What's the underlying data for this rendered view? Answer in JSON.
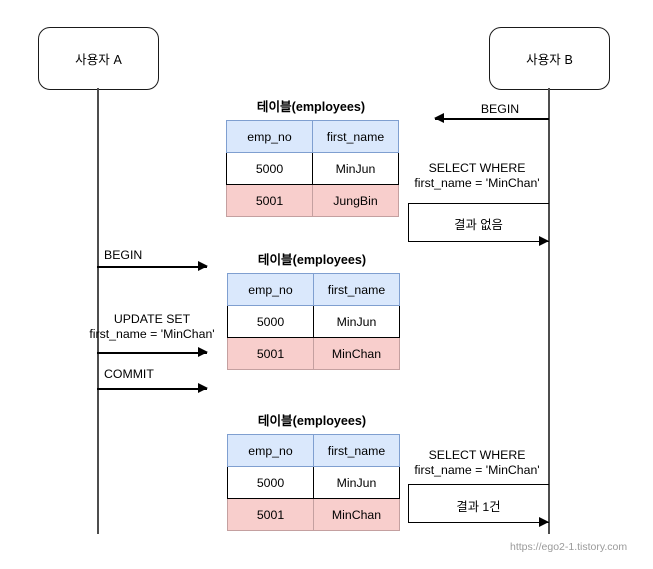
{
  "diagram": {
    "title": "MySQL transaction isolation sequence diagram",
    "watermark": "https://ego2-1.tistory.com",
    "colors": {
      "header_blue": "#dae8fc",
      "highlight_pink": "#f8cecc",
      "line": "#000000",
      "lifeline": "#4d4d4d"
    }
  },
  "actors": [
    {
      "id": "user-a",
      "label": "사용자 A"
    },
    {
      "id": "user-b",
      "label": "사용자 B"
    }
  ],
  "messages": {
    "b_begin": {
      "label": "BEGIN",
      "direction": "to-left"
    },
    "a_begin": {
      "label": "BEGIN",
      "direction": "to-right"
    },
    "a_update_line1": {
      "label": "UPDATE SET"
    },
    "a_update_line2": {
      "label": "first_name = 'MinChan'"
    },
    "a_commit": {
      "label": "COMMIT",
      "direction": "to-right"
    },
    "b_select1_line1": {
      "label": "SELECT WHERE"
    },
    "b_select1_line2": {
      "label": "first_name = 'MinChan'"
    },
    "b_result1": {
      "label": "결과 없음"
    },
    "b_select2_line1": {
      "label": "SELECT WHERE"
    },
    "b_select2_line2": {
      "label": "first_name = 'MinChan'"
    },
    "b_result2": {
      "label": "결과 1건"
    }
  },
  "tables": [
    {
      "id": "table-1",
      "title": "테이블(employees)",
      "columns": [
        "emp_no",
        "first_name"
      ],
      "rows": [
        {
          "emp_no": "5000",
          "first_name": "MinJun",
          "highlight": false
        },
        {
          "emp_no": "5001",
          "first_name": "JungBin",
          "highlight": true
        }
      ]
    },
    {
      "id": "table-2",
      "title": "테이블(employees)",
      "columns": [
        "emp_no",
        "first_name"
      ],
      "rows": [
        {
          "emp_no": "5000",
          "first_name": "MinJun",
          "highlight": false
        },
        {
          "emp_no": "5001",
          "first_name": "MinChan",
          "highlight": true
        }
      ]
    },
    {
      "id": "table-3",
      "title": "테이블(employees)",
      "columns": [
        "emp_no",
        "first_name"
      ],
      "rows": [
        {
          "emp_no": "5000",
          "first_name": "MinJun",
          "highlight": false
        },
        {
          "emp_no": "5001",
          "first_name": "MinChan",
          "highlight": true
        }
      ]
    }
  ]
}
